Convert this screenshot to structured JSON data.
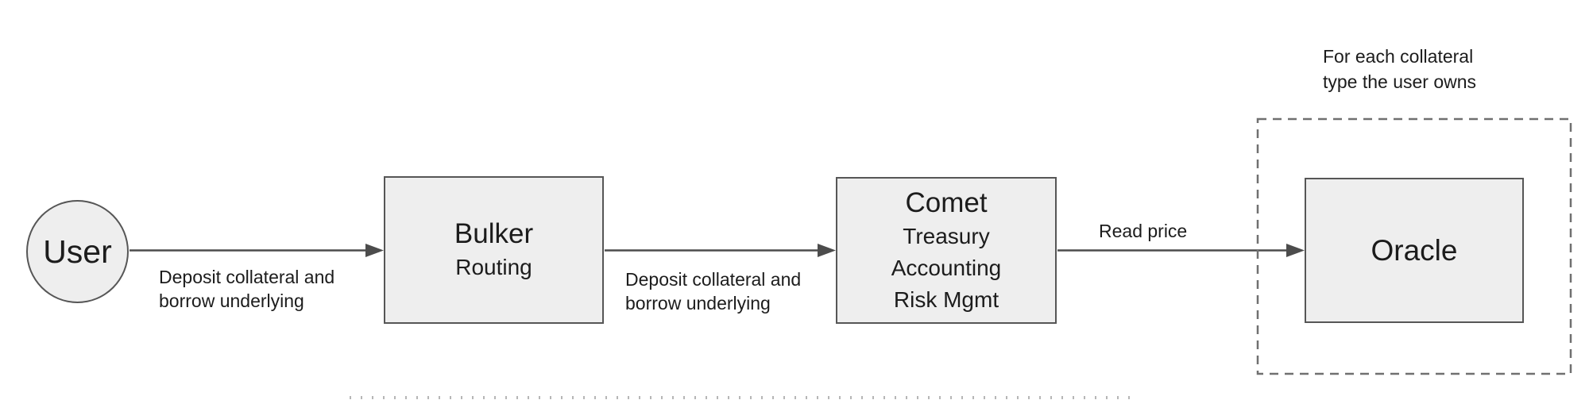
{
  "diagram": {
    "background": "#ffffff",
    "colors": {
      "node_fill": "#eeeeee",
      "node_border": "#565656",
      "arrow": "#4c4c4c",
      "dashed_group_border": "#707070",
      "text": "#1c1c1c"
    },
    "nodes": {
      "user": {
        "shape": "circle",
        "label": "User"
      },
      "bulker": {
        "shape": "rect",
        "title": "Bulker",
        "subtitle": "Routing"
      },
      "comet": {
        "shape": "rect",
        "title": "Comet",
        "subtitle": "Treasury\nAccounting\nRisk Mgmt"
      },
      "oracle": {
        "shape": "rect",
        "title": "Oracle"
      }
    },
    "arrows": [
      {
        "from": "user",
        "to": "bulker",
        "label": "Deposit collateral and\nborrow underlying"
      },
      {
        "from": "bulker",
        "to": "comet",
        "label": "Deposit collateral and\nborrow underlying"
      },
      {
        "from": "comet",
        "to": "oracle",
        "label": "Read price"
      }
    ],
    "group": {
      "contains": "oracle",
      "annotation": "For each collateral\ntype the user owns"
    }
  }
}
